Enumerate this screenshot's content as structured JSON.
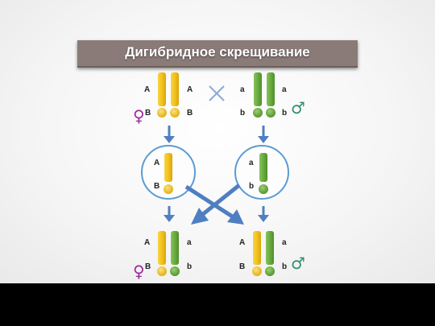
{
  "title": "Дигибридное скрещивание",
  "colors": {
    "yellow": "#f2c21a",
    "yellow_dark": "#d9a50e",
    "green": "#6aac3f",
    "green_dark": "#4f8e2d",
    "arrow": "#4f7fc1",
    "cross": "#8fa8d6",
    "circle": "#5b9bd5",
    "female": "#9b2d9b",
    "male": "#2f8f6f",
    "title_bar": "#8a7b78"
  },
  "parents": {
    "female": {
      "alleles_top": [
        "A",
        "A"
      ],
      "alleles_bottom": [
        "B",
        "B"
      ],
      "symbol": "♀"
    },
    "male": {
      "alleles_top": [
        "a",
        "a"
      ],
      "alleles_bottom": [
        "b",
        "b"
      ],
      "symbol": "♂"
    }
  },
  "gametes": {
    "left": {
      "top": "A",
      "bottom": "B"
    },
    "right": {
      "top": "a",
      "bottom": "b"
    }
  },
  "offspring": {
    "left": {
      "alleles_top": [
        "A",
        "a"
      ],
      "alleles_bottom": [
        "B",
        "b"
      ],
      "symbol": "♀"
    },
    "right": {
      "alleles_top": [
        "A",
        "a"
      ],
      "alleles_bottom": [
        "B",
        "b"
      ],
      "symbol": "♂"
    }
  }
}
